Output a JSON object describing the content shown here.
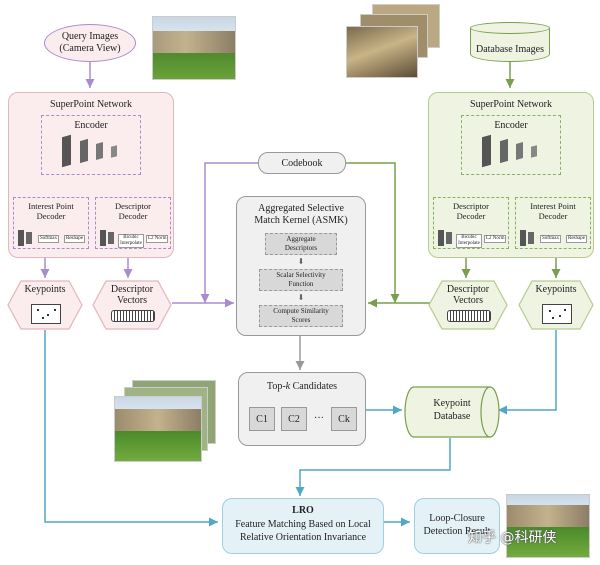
{
  "query": {
    "title": "Query Images",
    "subtitle": "(Camera View)"
  },
  "database": {
    "title": "Database Images"
  },
  "codebook": "Codebook",
  "left_net": {
    "title": "SuperPoint Network",
    "encoder": "Encoder",
    "dec1": [
      "Interest Point",
      "Decoder"
    ],
    "dec2": [
      "Descriptor",
      "Decoder"
    ],
    "dec1_chips": [
      "Softmax",
      "Reshape"
    ],
    "dec2_chips": [
      "Bicubic Interpolate",
      "L2 Norm"
    ],
    "keypoints": "Keypoints",
    "descriptor_vectors": [
      "Descriptor",
      "Vectors"
    ]
  },
  "right_net": {
    "title": "SuperPoint Network",
    "encoder": "Encoder",
    "dec1": [
      "Descriptor",
      "Decoder"
    ],
    "dec2": [
      "Interest Point",
      "Decoder"
    ],
    "dec1_chips": [
      "Bicubic Interpolate",
      "L2 Norm"
    ],
    "dec2_chips": [
      "Softmax",
      "Reshape"
    ],
    "descriptor_vectors": [
      "Descriptor",
      "Vectors"
    ],
    "keypoints": "Keypoints"
  },
  "asmk": {
    "title": [
      "Aggregated Selective",
      "Match Kernel (ASMK)"
    ],
    "steps": [
      [
        "Aggregate",
        "Descriptors"
      ],
      [
        "Scalar Selectivity",
        "Function"
      ],
      [
        "Compute Similarity",
        "Scores"
      ]
    ]
  },
  "topk": {
    "title_pre": "Top-",
    "title_k": "k",
    "title_post": " Candidates",
    "items": [
      "C1",
      "C2",
      "···",
      "Ck"
    ]
  },
  "keypoint_db": [
    "Keypoint",
    "Database"
  ],
  "lro": {
    "title": "LRO",
    "lines": [
      "Feature Matching Based on Local",
      "Relative Orientation Invariance"
    ]
  },
  "loop": [
    "Loop-Closure",
    "Detection Result"
  ],
  "watermark": "知乎 @科研侠",
  "colors": {
    "purple": "#a98bd0",
    "green": "#7a9e4d",
    "blue": "#4fa8c8",
    "pink_bg": "#fbecee",
    "green_bg": "#eef3e2"
  }
}
